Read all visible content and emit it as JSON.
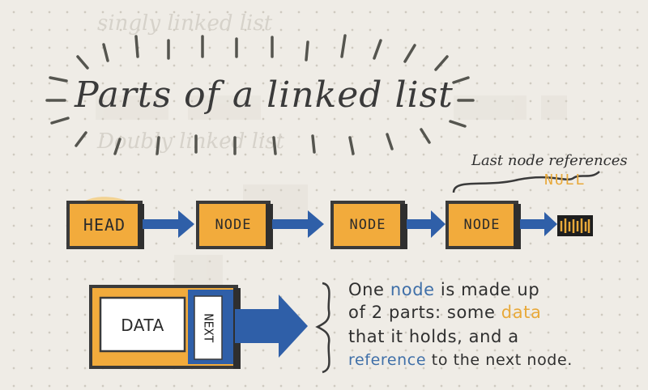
{
  "title": "Parts of a linked list",
  "background_text": [
    "singly linked list",
    "Doubly linked list"
  ],
  "colors": {
    "node_fill": "#f2ab3c",
    "arrow": "#2f5fa8",
    "pointer_box": "#2f5fa8",
    "outline": "#3a3a3a",
    "null_box": "#1e1e1e",
    "highlight_blue": "#3f6fa8",
    "highlight_orange": "#e8a93a"
  },
  "list": {
    "head_label": "HEAD",
    "node_labels": [
      "NODE",
      "NODE",
      "NODE"
    ],
    "null_icon": "null-terminator-icon"
  },
  "annotation": {
    "last_node_text": "Last node references",
    "null_text": "NULL"
  },
  "anatomy": {
    "data_label": "DATA",
    "next_label": "NEXT"
  },
  "description": {
    "line1": {
      "a": "One ",
      "b": "node",
      "c": " is made up"
    },
    "line2": {
      "a": "of 2 parts: some ",
      "b": "data"
    },
    "line3": {
      "a": "that it holds, and a"
    },
    "line4": {
      "a": "reference",
      "b": " to the next node."
    }
  }
}
